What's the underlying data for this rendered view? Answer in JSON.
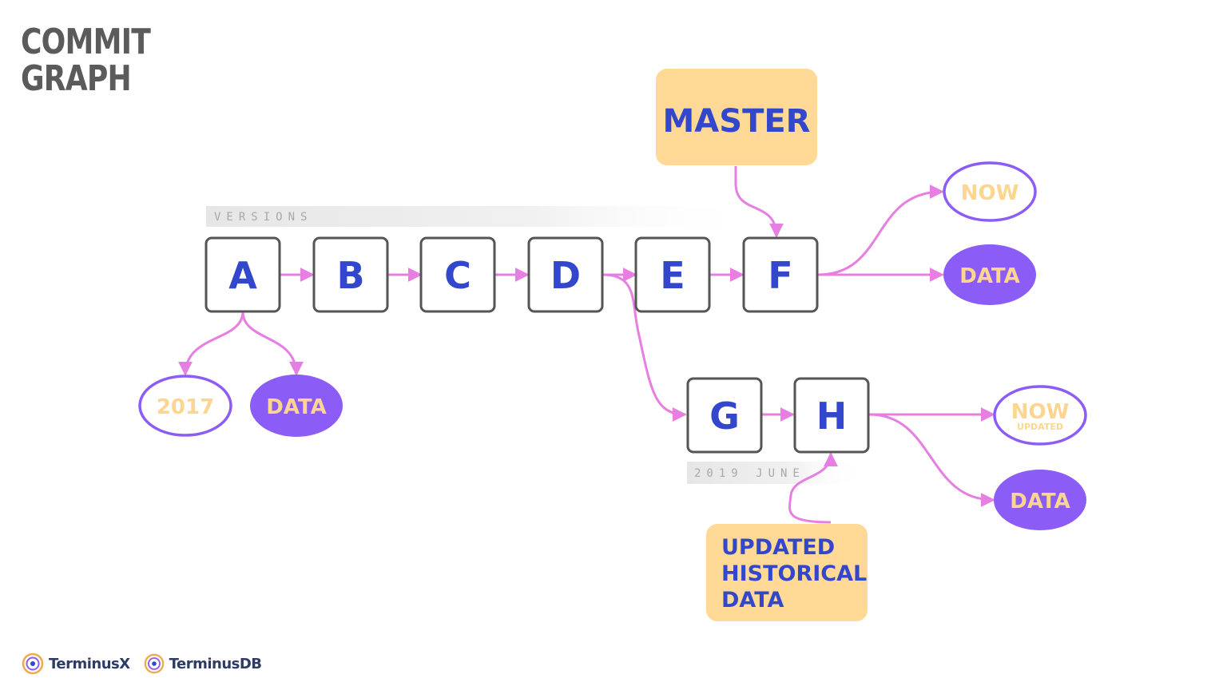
{
  "title": {
    "line1": "COMMIT",
    "line2": "GRAPH"
  },
  "bands": {
    "versions": "VERSIONS",
    "date": "2019 JUNE"
  },
  "commits": {
    "a": "A",
    "b": "B",
    "c": "C",
    "d": "D",
    "e": "E",
    "f": "F",
    "g": "G",
    "h": "H"
  },
  "tags": {
    "master": "MASTER",
    "updated_line1": "UPDATED",
    "updated_line2": "HISTORICAL",
    "updated_line3": "DATA"
  },
  "outputs": {
    "a_time": "2017",
    "a_data": "DATA",
    "f_time": "NOW",
    "f_data": "DATA",
    "h_time": "NOW",
    "h_time_sub": "UPDATED",
    "h_data": "DATA"
  },
  "footer": {
    "brand1": "TerminusX",
    "brand2": "TerminusDB"
  },
  "colors": {
    "commit_text": "#3347cc",
    "tag_fill": "#ffd995",
    "edge": "#e77ee1",
    "ellipse": "#8b5cf6",
    "ellipse_text": "#fcd58e",
    "title": "#5b5b5b"
  }
}
